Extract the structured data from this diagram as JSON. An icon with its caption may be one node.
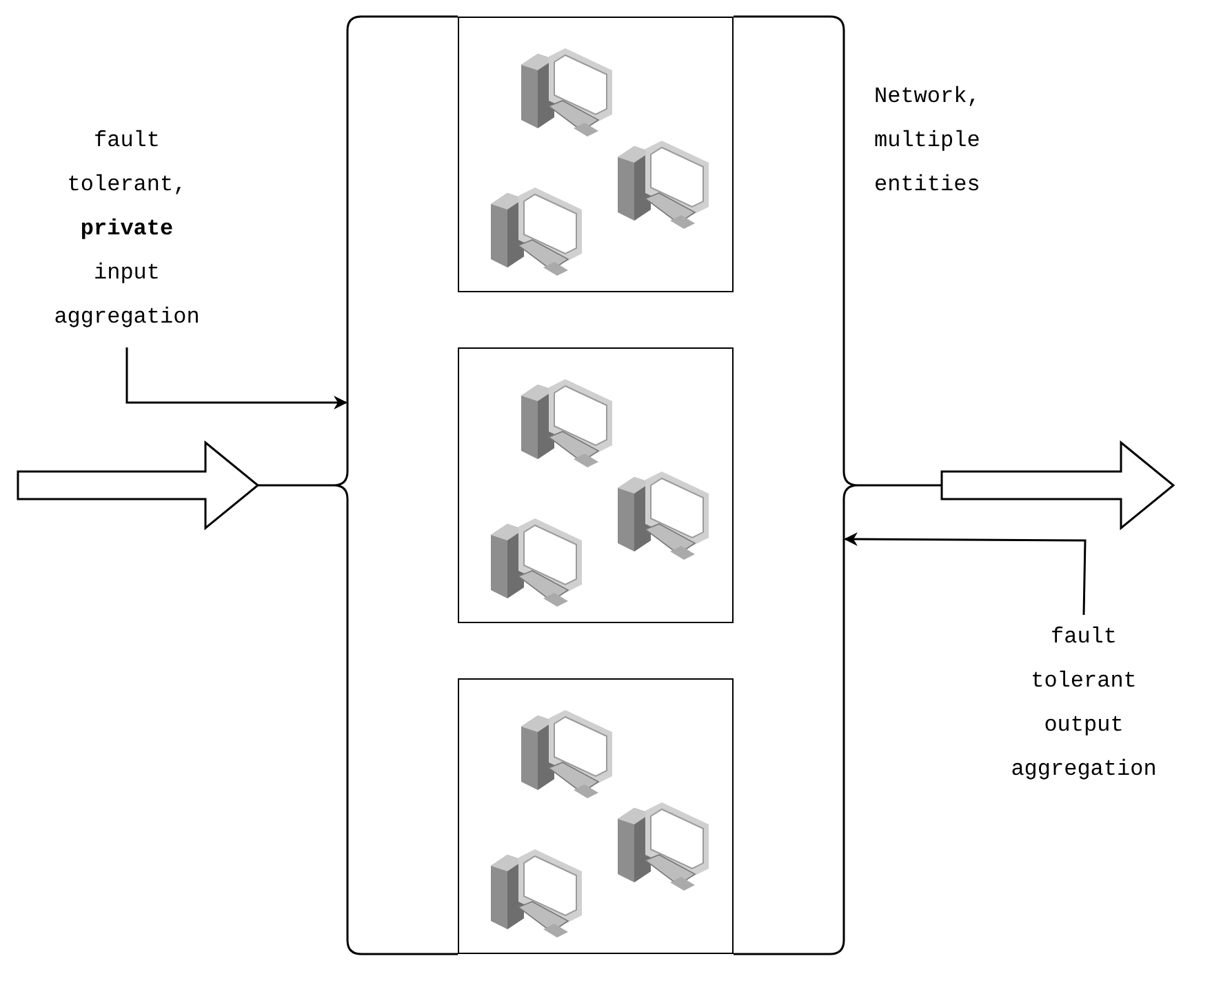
{
  "diagram": {
    "nodes": [
      {
        "text": [
          "fault tolerant, **private** input aggregation"
        ]
      },
      {
        "text": [],
        "shape": "brace"
      },
      {
        "text": [],
        "shape": "brace"
      },
      {
        "text": [],
        "shape": "box"
      },
      {
        "text": [],
        "shape": "box"
      },
      {
        "text": [],
        "shape": "box"
      },
      {
        "text": [
          "fault tolerant output aggregation"
        ]
      }
    ],
    "edges": [
      {
        "from": null,
        "to": 1,
        "arrow": "to",
        "style": "thick"
      },
      {
        "from": 0,
        "to": 1,
        "arrow": "to"
      },
      {
        "from": 2,
        "to": null,
        "arrow": "to",
        "style": "thick"
      },
      {
        "from": 6,
        "to": 2,
        "arrow": "to"
      }
    ],
    "labels": [
      "Network, multiple entities"
    ]
  }
}
